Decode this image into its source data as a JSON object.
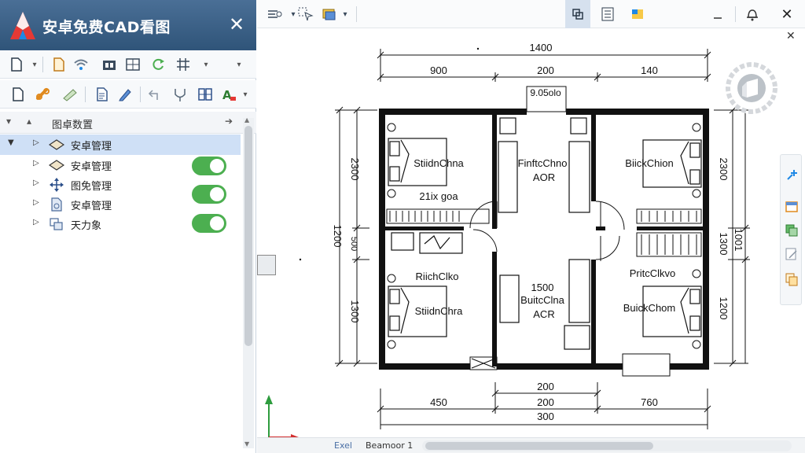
{
  "app": {
    "title": "安卓免费CAD看图",
    "close_glyph": "✕",
    "logo_letter": "A",
    "accent": "#2f5479"
  },
  "toolbar1": {
    "items": [
      "new-doc-icon",
      "dropdown-icon",
      "open-doc-icon",
      "wifi-icon",
      "layers-icon",
      "table-icon",
      "refresh-icon",
      "grid-icon",
      "dropdown-icon",
      "more-icon"
    ]
  },
  "toolbar2": {
    "items": [
      "blank-doc-icon",
      "link-icon",
      "measure-icon",
      "copy-icon",
      "pencil-icon",
      "undo-icon",
      "pin-icon",
      "align-icon",
      "text-style-icon",
      "dropdown-icon"
    ]
  },
  "layers": {
    "header": "图卓数置",
    "rows": [
      {
        "label": "安卓管理",
        "selected": true,
        "toggle": false,
        "icon": "layer-icon"
      },
      {
        "label": "安卓管理",
        "selected": false,
        "toggle": true,
        "icon": "layer-icon"
      },
      {
        "label": "图免管理",
        "selected": false,
        "toggle": false,
        "icon": "move-icon"
      },
      {
        "label": "安卓管理",
        "selected": false,
        "toggle": true,
        "icon": "doc-icon"
      },
      {
        "label": "天力象",
        "selected": false,
        "toggle": true,
        "icon": "stack-icon"
      }
    ],
    "toggle_color": "#4caf50"
  },
  "plan": {
    "top_total": "1400",
    "top_segments": [
      "900",
      "200",
      "140"
    ],
    "door_label": "9.05olo",
    "left_dims": [
      "2300",
      "1200",
      "500",
      "1300"
    ],
    "right_dims": [
      "2300",
      "1300",
      "1001",
      "1200"
    ],
    "bottom_top": "200",
    "bottom_segments": [
      "450",
      "200",
      "760"
    ],
    "bottom_total": "300",
    "rooms": {
      "top_left": "StiidnChna",
      "top_left_sub": "21ix goa",
      "top_center": "FinftcChno",
      "top_center_sub": "AOR",
      "top_right": "BiickChion",
      "mid_left_sub": "RiichClko",
      "bottom_left": "StiidnChra",
      "bottom_center_num": "1500",
      "bottom_center": "BuitcClna",
      "bottom_center_sub": "ACR",
      "mid_right_sub": "PritcClkvo",
      "bottom_right": "BuickChom"
    }
  },
  "tabs": {
    "model": "Exel",
    "layout": "Beamoor 1"
  }
}
